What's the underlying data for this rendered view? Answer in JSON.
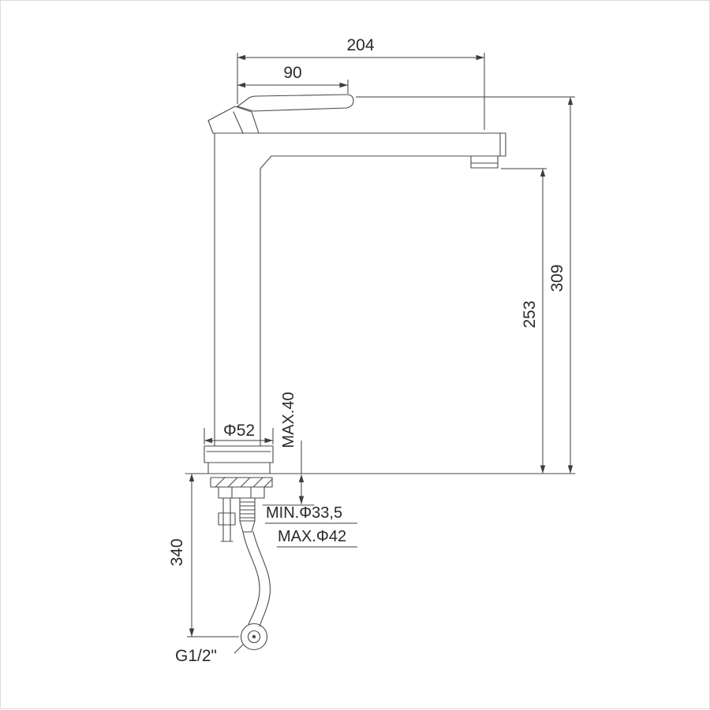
{
  "canvas": {
    "background": "#ffffff",
    "border_color": "#dcdcdc",
    "line_color": "#3e3e3e",
    "text_color": "#2a2a2a"
  },
  "drawing": {
    "type": "technical-dimension-drawing",
    "labels": {
      "dim_204": "204",
      "dim_90": "90",
      "dim_309": "309",
      "dim_253": "253",
      "dim_340": "340",
      "base_diameter": "Φ52",
      "max_deck_thickness": "MAX.40",
      "min_hole_diameter": "MIN.Φ33,5",
      "max_hole_diameter": "MAX.Φ42",
      "connection_thread": "G1/2\""
    }
  }
}
